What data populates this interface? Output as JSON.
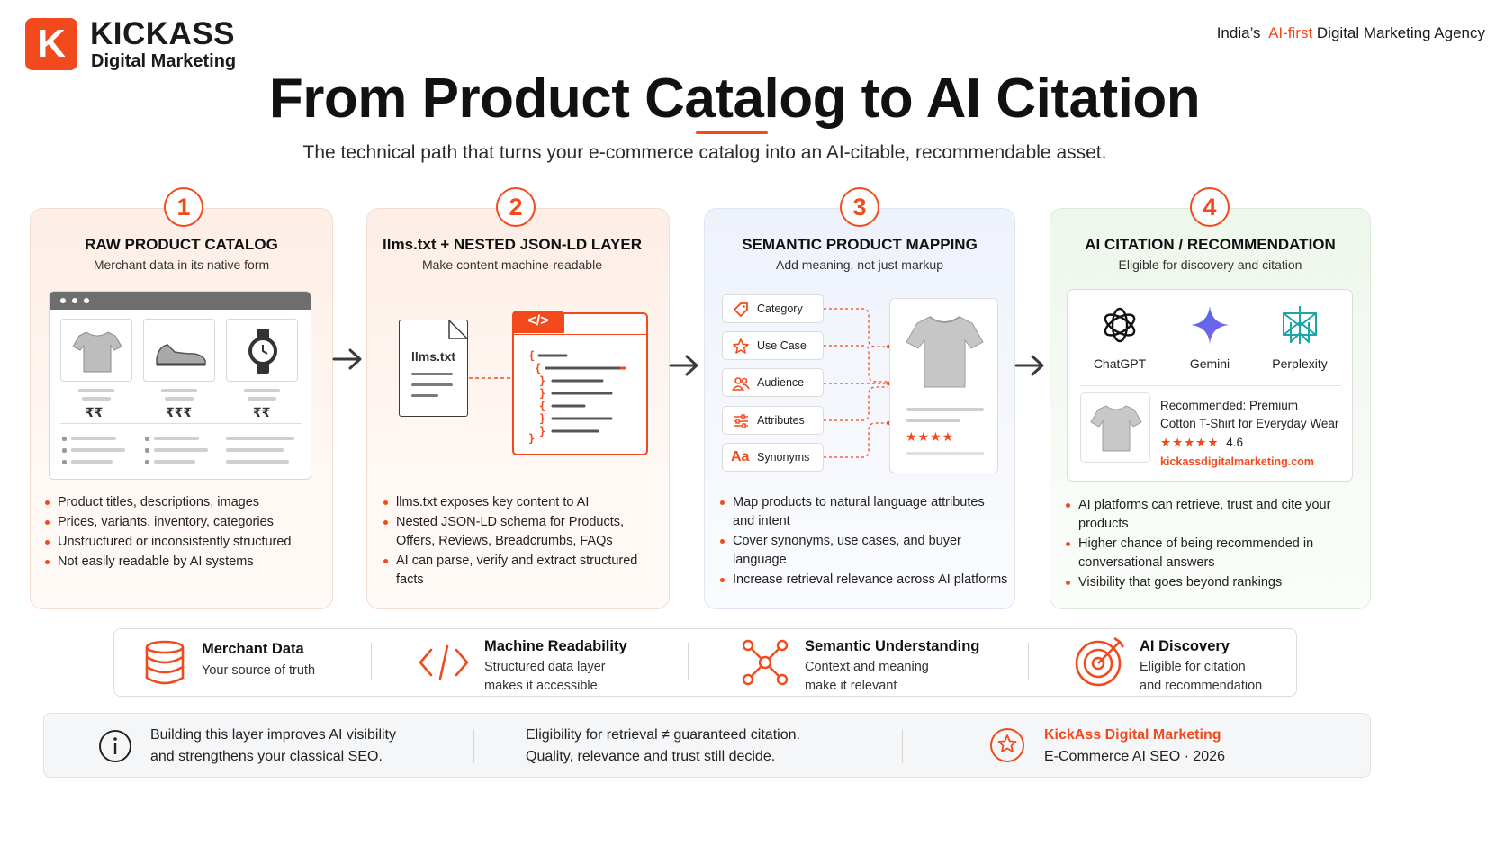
{
  "header": {
    "logo_letter": "K",
    "logo_line1": "KICKASS",
    "logo_line2": "Digital Marketing",
    "tagline_pre": "India’s",
    "tagline_accent": "AI-first",
    "tagline_post": "Digital Marketing Agency",
    "title": "From Product Catalog to AI Citation",
    "subtitle": "The technical path that turns your e-commerce catalog into an AI-citable, recommendable asset."
  },
  "colors": {
    "accent": "#f24a1d",
    "ai_blue": "#3f6ee8",
    "ai_teal": "#1aa6a6"
  },
  "steps": [
    {
      "number": "1",
      "title": "RAW PRODUCT CATALOG",
      "subtitle": "Merchant data in its native form",
      "prices": [
        "₹₹",
        "₹₹₹",
        "₹₹"
      ],
      "bullets": [
        "Product titles, descriptions, images",
        "Prices, variants, inventory, categories",
        "Unstructured or inconsistently structured",
        "Not easily readable by AI systems"
      ]
    },
    {
      "number": "2",
      "title": "llms.txt + NESTED JSON-LD LAYER",
      "subtitle": "Make content machine-readable",
      "file_label": "llms.txt",
      "code_tab": "</>",
      "bullets": [
        "llms.txt exposes key content to AI",
        "Nested JSON-LD schema for Products, Offers, Reviews, Breadcrumbs, FAQs",
        "AI can parse, verify and extract structured facts"
      ]
    },
    {
      "number": "3",
      "title": "SEMANTIC PRODUCT MAPPING",
      "subtitle": "Add meaning, not just markup",
      "map_items": [
        {
          "label": "Category",
          "icon": "tag-icon"
        },
        {
          "label": "Use Case",
          "icon": "star-outline-icon"
        },
        {
          "label": "Audience",
          "icon": "users-icon"
        },
        {
          "label": "Attributes",
          "icon": "sliders-icon"
        },
        {
          "label": "Synonyms",
          "icon": "text-aa-icon"
        }
      ],
      "stars": "★★★★",
      "bullets": [
        "Map products to natural language attributes and intent",
        "Cover synonyms, use cases, and buyer language",
        "Increase retrieval relevance across AI platforms"
      ]
    },
    {
      "number": "4",
      "title": "AI CITATION / RECOMMENDATION",
      "subtitle": "Eligible for discovery and citation",
      "platforms": [
        "ChatGPT",
        "Gemini",
        "Perplexity"
      ],
      "recommendation_line1": "Recommended: Premium",
      "recommendation_line2": "Cotton T-Shirt for Everyday Wear",
      "rating_stars": "★★★★★",
      "rating_value": "4.6",
      "url": "kickassdigitalmarketing.com",
      "bullets": [
        "AI platforms can retrieve, trust and cite your products",
        "Higher chance of being recommended in conversational answers",
        "Visibility that goes beyond rankings"
      ]
    }
  ],
  "strip": [
    {
      "title": "Merchant Data",
      "desc1": "Your source of truth",
      "desc2": "",
      "icon": "database-icon"
    },
    {
      "title": "Machine Readability",
      "desc1": "Structured data layer",
      "desc2": "makes it accessible",
      "icon": "code-icon"
    },
    {
      "title": "Semantic Understanding",
      "desc1": "Context and meaning",
      "desc2": "make it relevant",
      "icon": "network-icon"
    },
    {
      "title": "AI Discovery",
      "desc1": "Eligible for citation",
      "desc2": "and recommendation",
      "icon": "target-icon"
    }
  ],
  "footer": {
    "note1_line1": "Building this layer improves AI visibility",
    "note1_line2": "and strengthens your classical SEO.",
    "note2_line1": "Eligibility for retrieval ≠ guaranteed citation.",
    "note2_line2": "Quality, relevance and trust still decide.",
    "brand": "KickAss Digital Marketing",
    "brand_sub": "E-Commerce AI SEO · 2026"
  }
}
